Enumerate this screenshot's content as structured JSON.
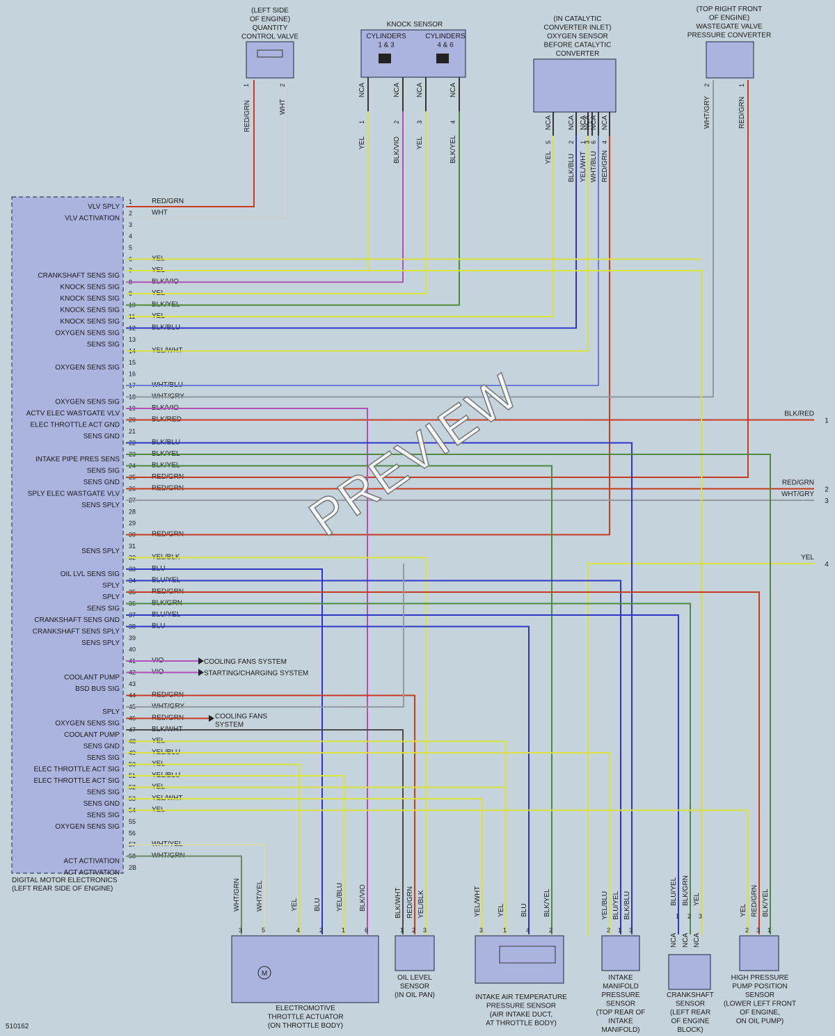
{
  "diagram_id": "510162",
  "watermark": "PREVIEW",
  "colors": {
    "RED": "#c83a1e",
    "WHT": "#c9ced3",
    "YEL": "#dbe23a",
    "VIO": "#b050b8",
    "BLU": "#2e36c8",
    "GRN": "#4e8a3c",
    "GRY": "#909aa0",
    "BLK": "#4a4a4a"
  },
  "ecu": {
    "title_lines": [
      "DIGITAL MOTOR ELECTRONICS",
      "(LEFT REAR SIDE OF ENGINE)"
    ],
    "pins": [
      {
        "n": "1",
        "fn": "VLV SPLY",
        "wire": "RED/GRN"
      },
      {
        "n": "2",
        "fn": "VLV ACTIVATION",
        "wire": "WHT"
      },
      {
        "n": "3",
        "fn": "",
        "wire": ""
      },
      {
        "n": "4",
        "fn": "",
        "wire": ""
      },
      {
        "n": "5",
        "fn": "",
        "wire": ""
      },
      {
        "n": "6",
        "fn": "",
        "wire": "YEL"
      },
      {
        "n": "7",
        "fn": "CRANKSHAFT SENS SIG",
        "wire": "YEL"
      },
      {
        "n": "8",
        "fn": "KNOCK SENS SIG",
        "wire": "BLK/VIO"
      },
      {
        "n": "9",
        "fn": "KNOCK SENS SIG",
        "wire": "YEL"
      },
      {
        "n": "10",
        "fn": "KNOCK SENS SIG",
        "wire": "BLK/YEL"
      },
      {
        "n": "11",
        "fn": "KNOCK SENS SIG",
        "wire": "YEL"
      },
      {
        "n": "12",
        "fn": "OXYGEN SENS SIG",
        "wire": "BLK/BLU"
      },
      {
        "n": "13",
        "fn": "SENS SIG",
        "wire": ""
      },
      {
        "n": "14",
        "fn": "",
        "wire": "YEL/WHT"
      },
      {
        "n": "15",
        "fn": "OXYGEN SENS SIG",
        "wire": ""
      },
      {
        "n": "16",
        "fn": "",
        "wire": ""
      },
      {
        "n": "17",
        "fn": "",
        "wire": "WHT/BLU"
      },
      {
        "n": "18",
        "fn": "OXYGEN SENS SIG",
        "wire": "WHT/GRY"
      },
      {
        "n": "19",
        "fn": "ACTV ELEC WASTGATE VLV",
        "wire": "BLK/VIO"
      },
      {
        "n": "20",
        "fn": "ELEC THROTTLE ACT GND",
        "wire": "BLK/RED"
      },
      {
        "n": "21",
        "fn": "SENS GND",
        "wire": ""
      },
      {
        "n": "22",
        "fn": "",
        "wire": "BLK/BLU"
      },
      {
        "n": "23",
        "fn": "INTAKE PIPE PRES SENS",
        "wire": "BLK/YEL"
      },
      {
        "n": "24",
        "fn": "SENS SIG",
        "wire": "BLK/YEL"
      },
      {
        "n": "25",
        "fn": "SENS GND",
        "wire": "RED/GRN"
      },
      {
        "n": "26",
        "fn": "SPLY ELEC WASTGATE VLV",
        "wire": "RED/GRN"
      },
      {
        "n": "27",
        "fn": "SENS SPLY",
        "wire": ""
      },
      {
        "n": "28",
        "fn": "",
        "wire": ""
      },
      {
        "n": "29",
        "fn": "",
        "wire": ""
      },
      {
        "n": "30",
        "fn": "",
        "wire": "RED/GRN"
      },
      {
        "n": "31",
        "fn": "SENS SPLY",
        "wire": ""
      },
      {
        "n": "32",
        "fn": "",
        "wire": "YEL/BLK"
      },
      {
        "n": "33",
        "fn": "OIL LVL SENS SIG",
        "wire": "BLU"
      },
      {
        "n": "34",
        "fn": "SPLY",
        "wire": "BLU/YEL"
      },
      {
        "n": "35",
        "fn": "SPLY",
        "wire": "RED/GRN"
      },
      {
        "n": "36",
        "fn": "SENS SIG",
        "wire": "BLK/GRN"
      },
      {
        "n": "37",
        "fn": "CRANKSHAFT SENS GND",
        "wire": "BLU/YEL"
      },
      {
        "n": "38",
        "fn": "CRANKSHAFT SENS SPLY",
        "wire": "BLU"
      },
      {
        "n": "39",
        "fn": "SENS SPLY",
        "wire": ""
      },
      {
        "n": "40",
        "fn": "",
        "wire": ""
      },
      {
        "n": "41",
        "fn": "",
        "wire": "VIO"
      },
      {
        "n": "42",
        "fn": "COOLANT PUMP",
        "wire": "VIO"
      },
      {
        "n": "43",
        "fn": "BSD BUS SIG",
        "wire": ""
      },
      {
        "n": "44",
        "fn": "",
        "wire": "RED/GRN"
      },
      {
        "n": "45",
        "fn": "SPLY",
        "wire": "WHT/GRY"
      },
      {
        "n": "46",
        "fn": "OXYGEN SENS SIG",
        "wire": "RED/GRN"
      },
      {
        "n": "47",
        "fn": "COOLANT PUMP",
        "wire": "BLK/WHT"
      },
      {
        "n": "48",
        "fn": "SENS GND",
        "wire": "YEL"
      },
      {
        "n": "49",
        "fn": "SENS SIG",
        "wire": "YEL/BLU"
      },
      {
        "n": "50",
        "fn": "ELEC THROTTLE ACT SIG",
        "wire": "YEL"
      },
      {
        "n": "51",
        "fn": "ELEC THROTTLE ACT SIG",
        "wire": "YEL/BLU"
      },
      {
        "n": "52",
        "fn": "SENS SIG",
        "wire": "YEL"
      },
      {
        "n": "53",
        "fn": "SENS GND",
        "wire": "YEL/WHT"
      },
      {
        "n": "54",
        "fn": "SENS SIG",
        "wire": "YEL"
      },
      {
        "n": "55",
        "fn": "OXYGEN SENS SIG",
        "wire": ""
      },
      {
        "n": "56",
        "fn": "",
        "wire": ""
      },
      {
        "n": "57",
        "fn": "",
        "wire": "WHT/YEL"
      },
      {
        "n": "58",
        "fn": "ACT ACTIVATION",
        "wire": "WHT/GRN"
      },
      {
        "n": "2B",
        "fn": "ACT ACTIVATION",
        "wire": ""
      }
    ]
  },
  "components": {
    "qty_valve": {
      "lines": [
        "(LEFT SIDE",
        "OF ENGINE)",
        "QUANTITY",
        "CONTROL VALVE"
      ],
      "pins": [
        {
          "n": "1",
          "wire": "RED/GRN"
        },
        {
          "n": "2",
          "wire": "WHT"
        }
      ]
    },
    "knock": {
      "title": "KNOCK SENSOR",
      "cyl_a": [
        "CYLINDERS",
        "1 & 3"
      ],
      "cyl_b": [
        "CYLINDERS",
        "4 & 6"
      ],
      "pins": [
        {
          "n": "1",
          "wire": "YEL",
          "nca": "NCA"
        },
        {
          "n": "2",
          "wire": "BLK/VIO",
          "nca": "NCA"
        },
        {
          "n": "3",
          "wire": "YEL",
          "nca": "NCA"
        },
        {
          "n": "4",
          "wire": "BLK/YEL",
          "nca": "NCA"
        }
      ]
    },
    "o2": {
      "lines": [
        "(IN CATALYTIC",
        "CONVERTER INLET)",
        "OXYGEN SENSOR",
        "BEFORE CATALYTIC",
        "CONVERTER"
      ],
      "pins": [
        {
          "n": "5",
          "wire": "YEL",
          "nca": "NCA"
        },
        {
          "n": "2",
          "wire": "BLK/BLU",
          "nca": "NCA"
        },
        {
          "n": "1",
          "wire": "YEL/WHT",
          "nca": "NCA"
        },
        {
          "n": "6",
          "wire": "WHT/BLU",
          "nca": "NCA"
        },
        {
          "n": "3",
          "wire": "",
          "nca": "NCA"
        },
        {
          "n": "4",
          "wire": "RED/GRN",
          "nca": "NCA"
        }
      ]
    },
    "wastegate": {
      "lines": [
        "(TOP RIGHT FRONT",
        "OF ENGINE)",
        "WASTEGATE VALVE",
        "PRESSURE CONVERTER"
      ],
      "pins": [
        {
          "n": "2",
          "wire": "WHT/GRY"
        },
        {
          "n": "1",
          "wire": "RED/GRN"
        }
      ]
    },
    "throttle": {
      "lines": [
        "ELECTROMOTIVE",
        "THROTTLE ACTUATOR",
        "(ON THROTTLE BODY)"
      ],
      "motor": "M",
      "pins": [
        {
          "n": "3",
          "wire": "WHT/GRN"
        },
        {
          "n": "5",
          "wire": "WHT/YEL"
        },
        {
          "n": "4",
          "wire": "YEL"
        },
        {
          "n": "2",
          "wire": "BLU"
        },
        {
          "n": "1",
          "wire": "YEL/BLU"
        },
        {
          "n": "6",
          "wire": "BLK/VIO"
        }
      ]
    },
    "oil": {
      "lines": [
        "OIL LEVEL",
        "SENSOR",
        "(IN OIL PAN)"
      ],
      "pins": [
        {
          "n": "1",
          "wire": "BLK/WHT"
        },
        {
          "n": "2",
          "wire": "RED/GRN"
        },
        {
          "n": "3",
          "wire": "YEL/BLK"
        }
      ]
    },
    "iat": {
      "lines": [
        "INTAKE AIR TEMPERATURE",
        "PRESSURE SENSOR",
        "(AIR INTAKE DUCT,",
        "AT THROTTLE BODY)"
      ],
      "pins": [
        {
          "n": "3",
          "wire": "YEL/WHT"
        },
        {
          "n": "1",
          "wire": "YEL"
        },
        {
          "n": "4",
          "wire": "BLU"
        },
        {
          "n": "2",
          "wire": "BLK/YEL"
        }
      ]
    },
    "map": {
      "lines": [
        "INTAKE",
        "MANIFOLD",
        "PRESSURE",
        "SENSOR",
        "(TOP REAR OF",
        "INTAKE",
        "MANIFOLD)"
      ],
      "pins": [
        {
          "n": "2",
          "wire": "YEL/BLU"
        },
        {
          "n": "1",
          "wire": "BLU/YEL"
        },
        {
          "n": "3",
          "wire": "BLK/BLU"
        }
      ]
    },
    "crank": {
      "lines": [
        "CRANKSHAFT",
        "SENSOR",
        "(LEFT REAR",
        "OF ENGINE",
        "BLOCK)"
      ],
      "pins": [
        {
          "n": "1",
          "wire": "BLU/YEL",
          "nca": "NCA"
        },
        {
          "n": "2",
          "wire": "BLK/GRN",
          "nca": "NCA"
        },
        {
          "n": "3",
          "wire": "YEL",
          "nca": "NCA"
        }
      ]
    },
    "hpp": {
      "lines": [
        "HIGH PRESSURE",
        "PUMP POSITION",
        "SENSOR",
        "(LOWER LEFT FRONT",
        "OF ENGINE,",
        "ON OIL PUMP)"
      ],
      "pins": [
        {
          "n": "2",
          "wire": "YEL"
        },
        {
          "n": "3",
          "wire": "RED/GRN"
        },
        {
          "n": "1",
          "wire": "BLK/YEL"
        }
      ]
    }
  },
  "external": [
    {
      "wire": "BLK/RED",
      "ref": "1"
    },
    {
      "wire": "RED/GRN",
      "ref": "2"
    },
    {
      "wire": "WHT/GRY",
      "ref": "3"
    },
    {
      "wire": "YEL",
      "ref": "4"
    }
  ],
  "arrows": [
    {
      "text": "COOLING FANS SYSTEM"
    },
    {
      "text": "STARTING/CHARGING SYSTEM"
    },
    {
      "text_lines": [
        "COOLING FANS",
        "SYSTEM"
      ]
    }
  ]
}
